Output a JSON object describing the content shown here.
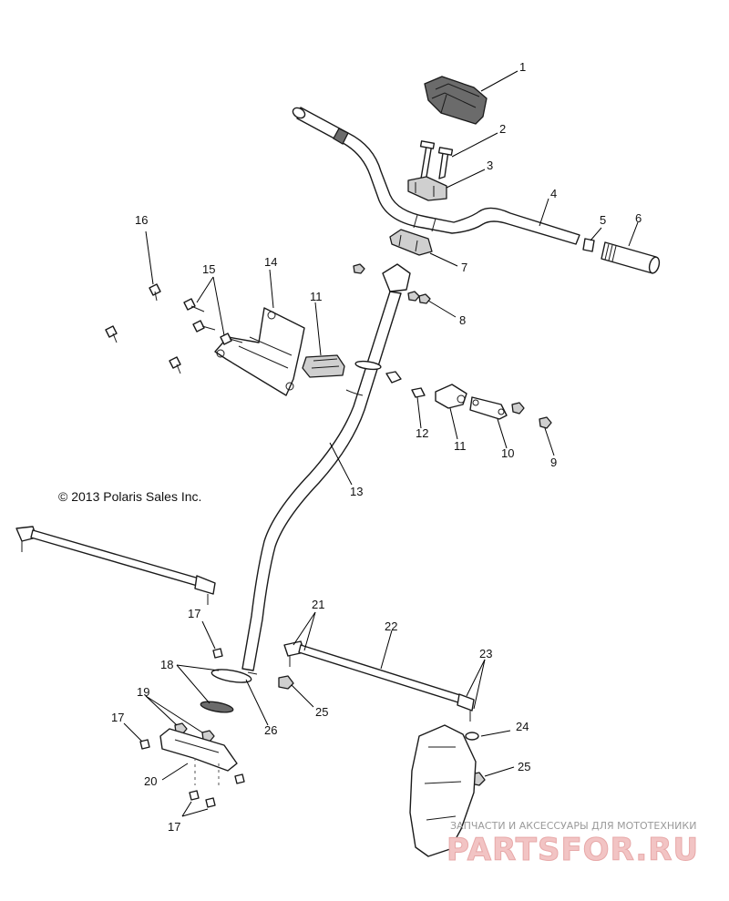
{
  "copyright": "© 2013 Polaris Sales Inc.",
  "callouts": [
    {
      "id": "c1",
      "label": "1"
    },
    {
      "id": "c2",
      "label": "2"
    },
    {
      "id": "c3",
      "label": "3"
    },
    {
      "id": "c4",
      "label": "4"
    },
    {
      "id": "c5",
      "label": "5"
    },
    {
      "id": "c6",
      "label": "6"
    },
    {
      "id": "c7",
      "label": "7"
    },
    {
      "id": "c8",
      "label": "8"
    },
    {
      "id": "c9",
      "label": "9"
    },
    {
      "id": "c10",
      "label": "10"
    },
    {
      "id": "c11a",
      "label": "11"
    },
    {
      "id": "c11b",
      "label": "11"
    },
    {
      "id": "c12",
      "label": "12"
    },
    {
      "id": "c13",
      "label": "13"
    },
    {
      "id": "c14",
      "label": "14"
    },
    {
      "id": "c15",
      "label": "15"
    },
    {
      "id": "c16",
      "label": "16"
    },
    {
      "id": "c17a",
      "label": "17"
    },
    {
      "id": "c17b",
      "label": "17"
    },
    {
      "id": "c17c",
      "label": "17"
    },
    {
      "id": "c18",
      "label": "18"
    },
    {
      "id": "c19",
      "label": "19"
    },
    {
      "id": "c20",
      "label": "20"
    },
    {
      "id": "c21",
      "label": "21"
    },
    {
      "id": "c22",
      "label": "22"
    },
    {
      "id": "c23",
      "label": "23"
    },
    {
      "id": "c24",
      "label": "24"
    },
    {
      "id": "c25a",
      "label": "25"
    },
    {
      "id": "c25b",
      "label": "25"
    },
    {
      "id": "c26",
      "label": "26"
    }
  ],
  "watermark": {
    "tagline": "ЗАПЧАСТИ И АКСЕССУАРЫ ДЛЯ МОТОТЕХНИКИ",
    "brand": "PARTSFOR.RU"
  }
}
